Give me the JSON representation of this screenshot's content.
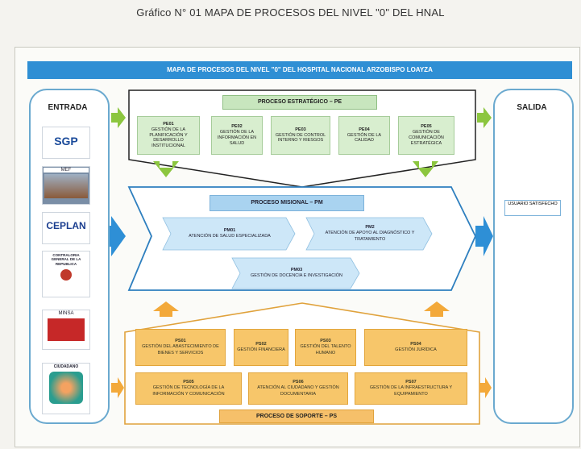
{
  "caption": "Gráfico N° 01 MAPA DE PROCESOS DEL NIVEL \"0\" DEL HNAL",
  "banner": "MAPA DE PROCESOS DEL NIVEL \"0\" DEL HOSPITAL NACIONAL ARZOBISPO LOAYZA",
  "entrada": {
    "title": "ENTRADA",
    "logos": [
      {
        "label": "SGP"
      },
      {
        "label": "MEF"
      },
      {
        "label": "CEPLAN"
      },
      {
        "label": "CONTRALORIA GENERAL DE LA REPUBLICA"
      },
      {
        "label": "MINSA"
      },
      {
        "label": "CIUDADANO"
      }
    ]
  },
  "salida": {
    "title": "SALIDA",
    "user_label": "USUARIO SATISFECHO"
  },
  "estrategico": {
    "title": "PROCESO ESTRATÉGICO – PE",
    "items": [
      {
        "code": "PE01",
        "text": "GESTIÓN DE LA PLANIFICACIÓN Y DESARROLLO INSTITUCIONAL"
      },
      {
        "code": "PE02",
        "text": "GESTIÓN DE LA INFORMACIÓN EN SALUD"
      },
      {
        "code": "PE03",
        "text": "GESTIÓN DE CONTROL INTERNO Y RIESGOS"
      },
      {
        "code": "PE04",
        "text": "GESTIÓN DE LA CALIDAD"
      },
      {
        "code": "PE05",
        "text": "GESTIÓN DE COMUNICACIÓN ESTRATÉGICA"
      }
    ]
  },
  "misional": {
    "title": "PROCESO MISIONAL – PM",
    "items": [
      {
        "code": "PM01",
        "text": "ATENCIÓN DE SALUD ESPECIALIZADA"
      },
      {
        "code": "PM2",
        "text": "ATENCIÓN DE APOYO AL DIAGNÓSTICO Y TRATAMIENTO"
      },
      {
        "code": "PM03",
        "text": "GESTIÓN DE DOCENCIA E INVESTIGACIÓN"
      }
    ]
  },
  "soporte": {
    "title": "PROCESO DE SOPORTE – PS",
    "items": [
      {
        "code": "PS01",
        "text": "GESTIÓN DEL ABASTECIMIENTO DE BIENES Y SERVICIOS"
      },
      {
        "code": "PS02",
        "text": "GESTIÓN FINANCIERA"
      },
      {
        "code": "PS03",
        "text": "GESTIÓN DEL TALENTO HUMANO"
      },
      {
        "code": "PS04",
        "text": "GESTIÓN JURÍDICA"
      },
      {
        "code": "PS05",
        "text": "GESTIÓN DE TECNOLOGÍA DE LA INFORMACIÓN Y COMUNICACIÓN"
      },
      {
        "code": "PS06",
        "text": "ATENCIÓN AL CIUDADANO Y GESTIÓN DOCUMENTARIA"
      },
      {
        "code": "PS07",
        "text": "GESTIÓN DE LA INFRAESTRUCTURA Y EQUIPAMIENTO"
      }
    ]
  },
  "colors": {
    "banner": "#2f8fd4",
    "green": "#c8e6be",
    "blue": "#a9d3f0",
    "orange": "#f7c66a",
    "arrow_green": "#8cc63f",
    "arrow_blue": "#2e8fd6",
    "arrow_orange": "#f3a93a"
  }
}
